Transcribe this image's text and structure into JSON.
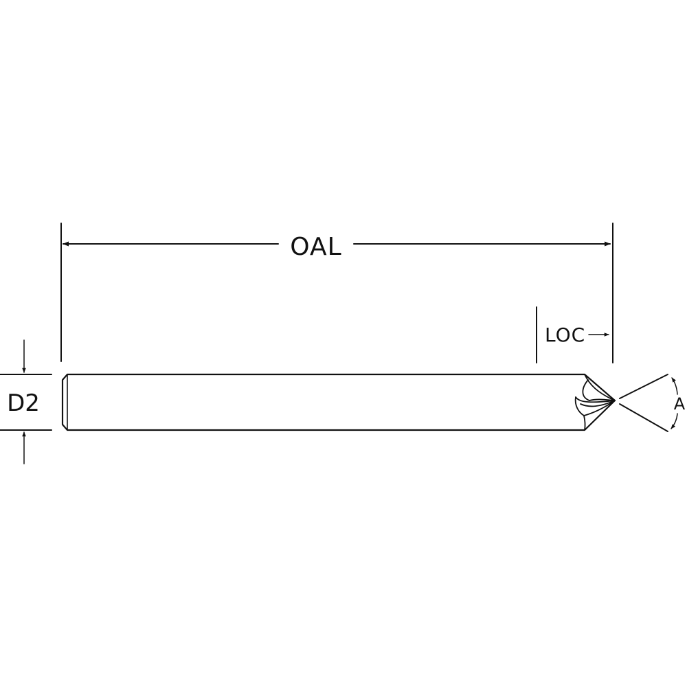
{
  "labels": {
    "oal": "OAL",
    "loc": "LOC",
    "d2": "D2",
    "a": "A"
  },
  "colors": {
    "line": "#111111",
    "background": "#ffffff"
  }
}
